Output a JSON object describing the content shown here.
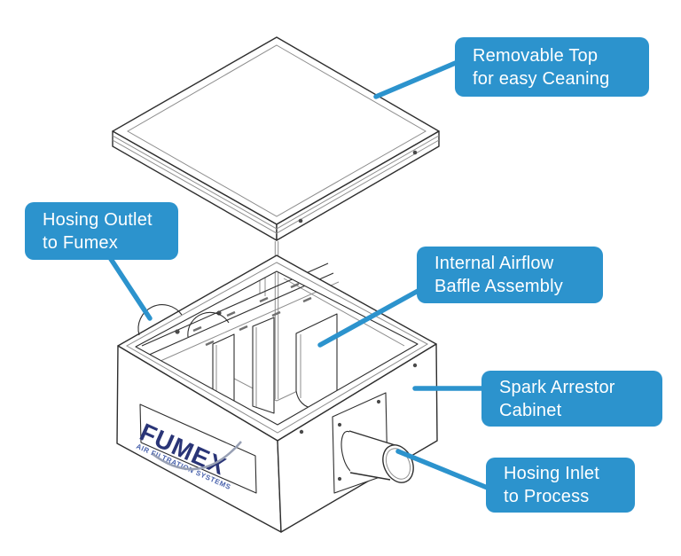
{
  "callouts": {
    "removable_top": {
      "line1": "Removable Top",
      "line2": "for easy Ceaning"
    },
    "hosing_outlet": {
      "line1": "Hosing Outlet",
      "line2": "to Fumex"
    },
    "internal_airflow": {
      "line1": "Internal Airflow",
      "line2": "Baffle Assembly"
    },
    "spark_arrestor": {
      "line1": "Spark Arrestor",
      "line2": "Cabinet"
    },
    "hosing_inlet": {
      "line1": "Hosing Inlet",
      "line2": "to Process"
    }
  },
  "logo": {
    "brand": "FUMEX",
    "tagline": "AIR FILTRATION SYSTEMS"
  },
  "colors": {
    "accent_blue": "#2C93CD",
    "line_art": "#2E2E2E",
    "logo_navy": "#2A3577",
    "logo_blue": "#4A63AD"
  }
}
